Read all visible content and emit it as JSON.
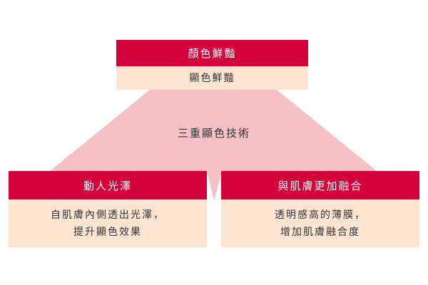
{
  "colors": {
    "accent": "#d4003b",
    "panel": "#fde5d1",
    "connector": "#f5c0c6",
    "text": "#333333"
  },
  "top": {
    "title": "顏色鮮豔",
    "subtitle": "顯色鮮豔"
  },
  "center": {
    "label": "三重顯色技術"
  },
  "left": {
    "title": "動人光澤",
    "lines": [
      "自肌膚內側透出光澤，",
      "提升顯色效果"
    ]
  },
  "right": {
    "title": "與肌膚更加融合",
    "lines": [
      "透明感高的薄膜，",
      "增加肌膚融合度"
    ]
  }
}
